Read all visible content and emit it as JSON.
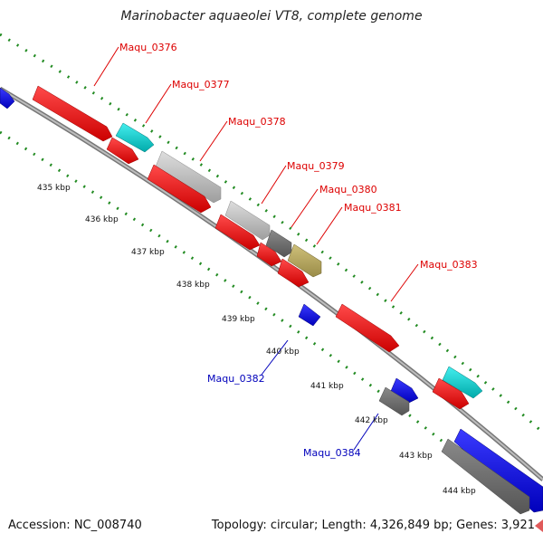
{
  "title": "Marinobacter aquaeolei VT8, complete genome",
  "footer": {
    "accession": "Accession: NC_008740",
    "topology_label": "Topology: circular; Length: 4,326,849 bp; Genes: 3,921"
  },
  "colors": {
    "forward_gene": "#ff0000",
    "reverse_gene": "#0000ff",
    "cyan_feature": "#00cccc",
    "light_grey_feature": "#b8b8b8",
    "dark_grey_feature": "#707070",
    "olive_feature": "#b8a860",
    "tick_green": "#228b22",
    "backbone": "#888888",
    "label_red": "#dd0000",
    "label_blue": "#0000bb"
  },
  "tick_labels": [
    "435 kbp",
    "436 kbp",
    "437 kbp",
    "438 kbp",
    "439 kbp",
    "440 kbp",
    "441 kbp",
    "442 kbp",
    "443 kbp",
    "444 kbp"
  ],
  "gene_labels": [
    {
      "id": "Maqu_0376",
      "strand": "forward"
    },
    {
      "id": "Maqu_0377",
      "strand": "forward"
    },
    {
      "id": "Maqu_0378",
      "strand": "forward"
    },
    {
      "id": "Maqu_0379",
      "strand": "forward"
    },
    {
      "id": "Maqu_0380",
      "strand": "forward"
    },
    {
      "id": "Maqu_0381",
      "strand": "forward"
    },
    {
      "id": "Maqu_0383",
      "strand": "forward"
    },
    {
      "id": "Maqu_0382",
      "strand": "reverse"
    },
    {
      "id": "Maqu_0384",
      "strand": "reverse"
    }
  ]
}
